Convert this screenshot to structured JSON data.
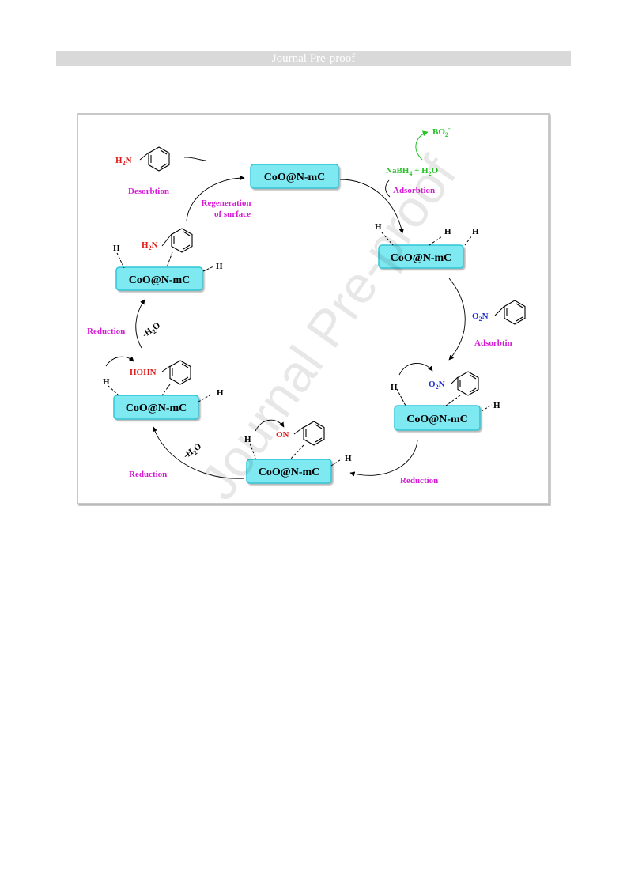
{
  "header": {
    "title": "Journal Pre-proof"
  },
  "watermark": "Journal Pre-proof",
  "colors": {
    "box_fill": "#7fe9f2",
    "box_stroke": "#2fc6d6",
    "magenta": "#d61ad6",
    "green": "#22c322",
    "red": "#e01b1b",
    "blue": "#1c2bd1"
  },
  "diagram": {
    "catalyst_label": "CoO@N-mC",
    "reagents": {
      "main": "NaBH",
      "main_sub": "4",
      "plus": " + H",
      "plus_sub": "2",
      "tail": "O"
    },
    "byproduct": {
      "main": "BO",
      "sub": "2",
      "sup": "-"
    },
    "steps": {
      "adsorbtion": "Adsorbtion",
      "adsorbtin": "Adsorbtin",
      "reduction": "Reduction",
      "desorbtion": "Desorbtion",
      "regeneration_1": "Regeneration",
      "regeneration_2": "of surface"
    },
    "minus_water": {
      "main": "-H",
      "sub": "2",
      "tail": "O"
    },
    "hydrogen": "H",
    "groups": {
      "amine_prefix": "H",
      "amine_sub": "2",
      "amine_suffix": "N",
      "nitro_prefix": "O",
      "nitro_sub": "2",
      "nitro_suffix": "N",
      "nitroso": "ON",
      "hydroxylamine": "HOHN"
    }
  }
}
